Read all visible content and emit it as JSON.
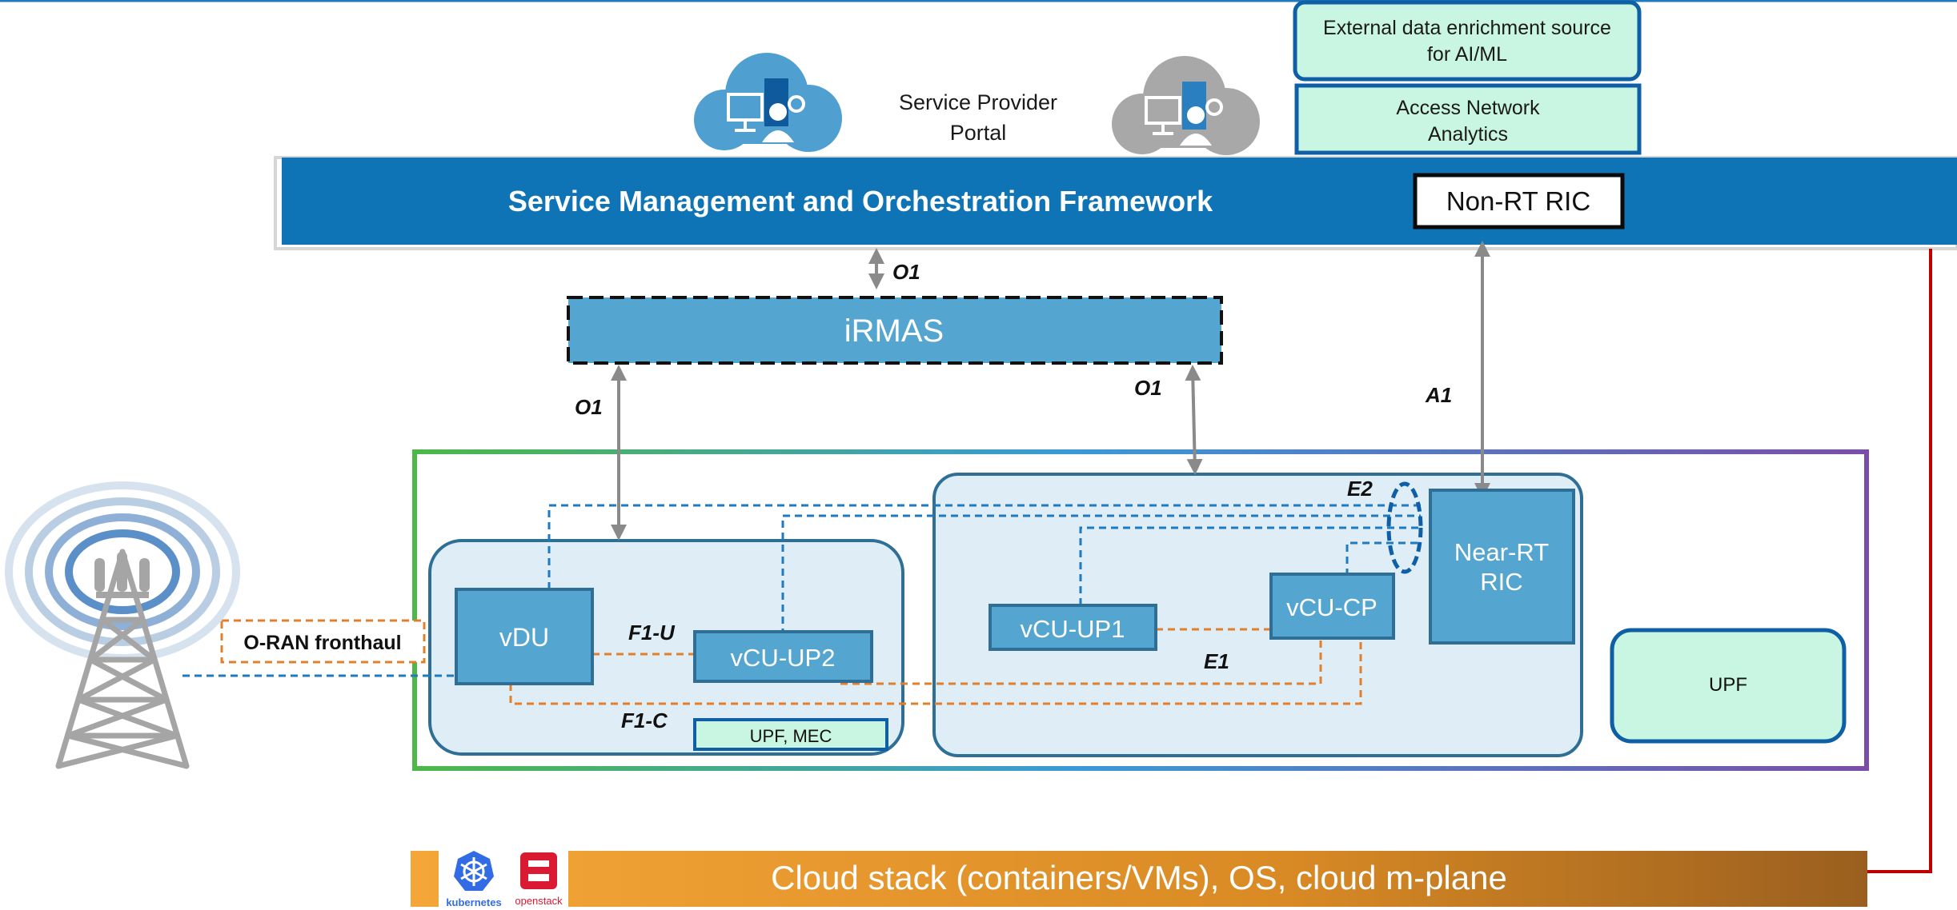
{
  "portal": {
    "label_line1": "Service Provider",
    "label_line2": "Portal"
  },
  "external_source": {
    "line1": "External data enrichment source",
    "line2": "for AI/ML"
  },
  "access_analytics": {
    "line1": "Access Network",
    "line2": "Analytics"
  },
  "smo": {
    "title": "Service Management and Orchestration Framework",
    "non_rt_ric": "Non-RT RIC"
  },
  "irmas": {
    "label": "iRMAS"
  },
  "interfaces": {
    "o1_top": "O1",
    "o1_left": "O1",
    "o1_right": "O1",
    "a1": "A1",
    "e2": "E2",
    "f1u": "F1-U",
    "f1c": "F1-C",
    "e1": "E1"
  },
  "nodes": {
    "vdu": "vDU",
    "vcu_up2": "vCU-UP2",
    "upf_mec": "UPF, MEC",
    "vcu_up1": "vCU-UP1",
    "vcu_cp": "vCU-CP",
    "near_rt_ric_line1": "Near-RT",
    "near_rt_ric_line2": "RIC",
    "upf": "UPF"
  },
  "fronthaul": {
    "label": "O-RAN fronthaul"
  },
  "cloud_stack": {
    "label": "Cloud stack (containers/VMs), OS, cloud m-plane",
    "logo_kubernetes": "kubernetes",
    "logo_openstack": "openstack"
  },
  "colors": {
    "smo_blue": "#0f74b5",
    "node_blue": "#54a5cf",
    "mint": "#c9f6e2",
    "orange": "#e0802c",
    "dashed_blue": "#1f7ac0",
    "red_link": "#c00000"
  }
}
